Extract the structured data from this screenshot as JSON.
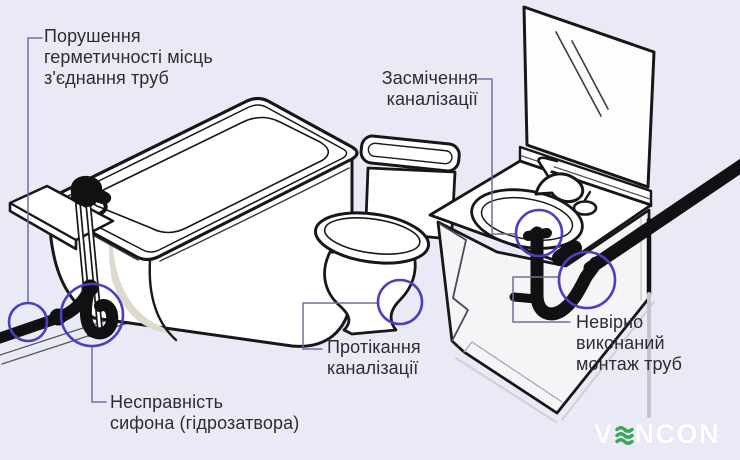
{
  "page": {
    "background_color": "#eaeaf6",
    "description_labels_language": "uk"
  },
  "labels": [
    {
      "id": "pipe-joints-seal-failure",
      "lines": [
        "Порушення",
        "герметичності місць",
        "з'єднання труб"
      ]
    },
    {
      "id": "sewer-clog",
      "lines": [
        "Засмічення",
        "каналізації"
      ]
    },
    {
      "id": "sewer-leak",
      "lines": [
        "Протікання",
        "каналізації"
      ]
    },
    {
      "id": "siphon-failure",
      "lines": [
        "Несправність",
        "сифона (гідрозатвора)"
      ]
    },
    {
      "id": "incorrect-pipe-installation",
      "lines": [
        "Невірно",
        "виконаний",
        "монтаж труб"
      ]
    }
  ],
  "colors": {
    "background": "#eaeaf6",
    "line_art": "#17171a",
    "highlight_circle": "#4a3fc0",
    "leader_line": "#736c9e",
    "text": "#2d2c34",
    "logo_white": "#ffffff",
    "logo_green": "#3aa65a",
    "shading_beige": "#ddd9cc"
  },
  "watermark": {
    "name": "VENCON",
    "prefix": "V",
    "suffix": "NCON"
  }
}
